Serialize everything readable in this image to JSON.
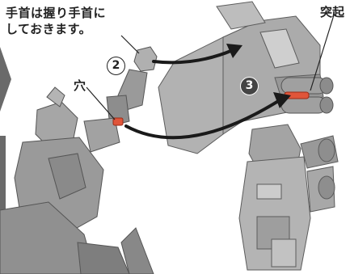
{
  "caption": {
    "line1": "手首は握り手首に",
    "line2": "しておきます。"
  },
  "labels": {
    "hole": "穴",
    "peg": "突起"
  },
  "steps": {
    "step2": "2",
    "step3": "3"
  },
  "colors": {
    "figure_gray": "#9a9a9a",
    "part_gray": "#a8a8a8",
    "shadow_gray": "#6e6e6e",
    "arrow": "#1a1a1a",
    "highlight": "#e0553a",
    "side_arrow": "#6a6a6a"
  }
}
